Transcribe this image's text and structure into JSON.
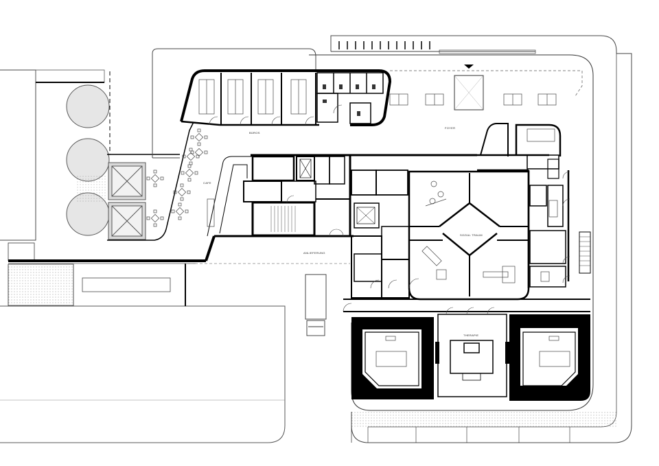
{
  "labels": {
    "buros": "BÜROS",
    "foyer": "FOYER",
    "cafe": "CAFE",
    "anlieferung": "ANLIEFERUNG",
    "sozial_traum": "SOZIAL TRAUM",
    "therapie": "THERAPIE"
  },
  "colors": {
    "wall": "#000000",
    "line": "#333333",
    "thin": "#666666",
    "fill": "#ffffff",
    "pattern": "#555555"
  }
}
